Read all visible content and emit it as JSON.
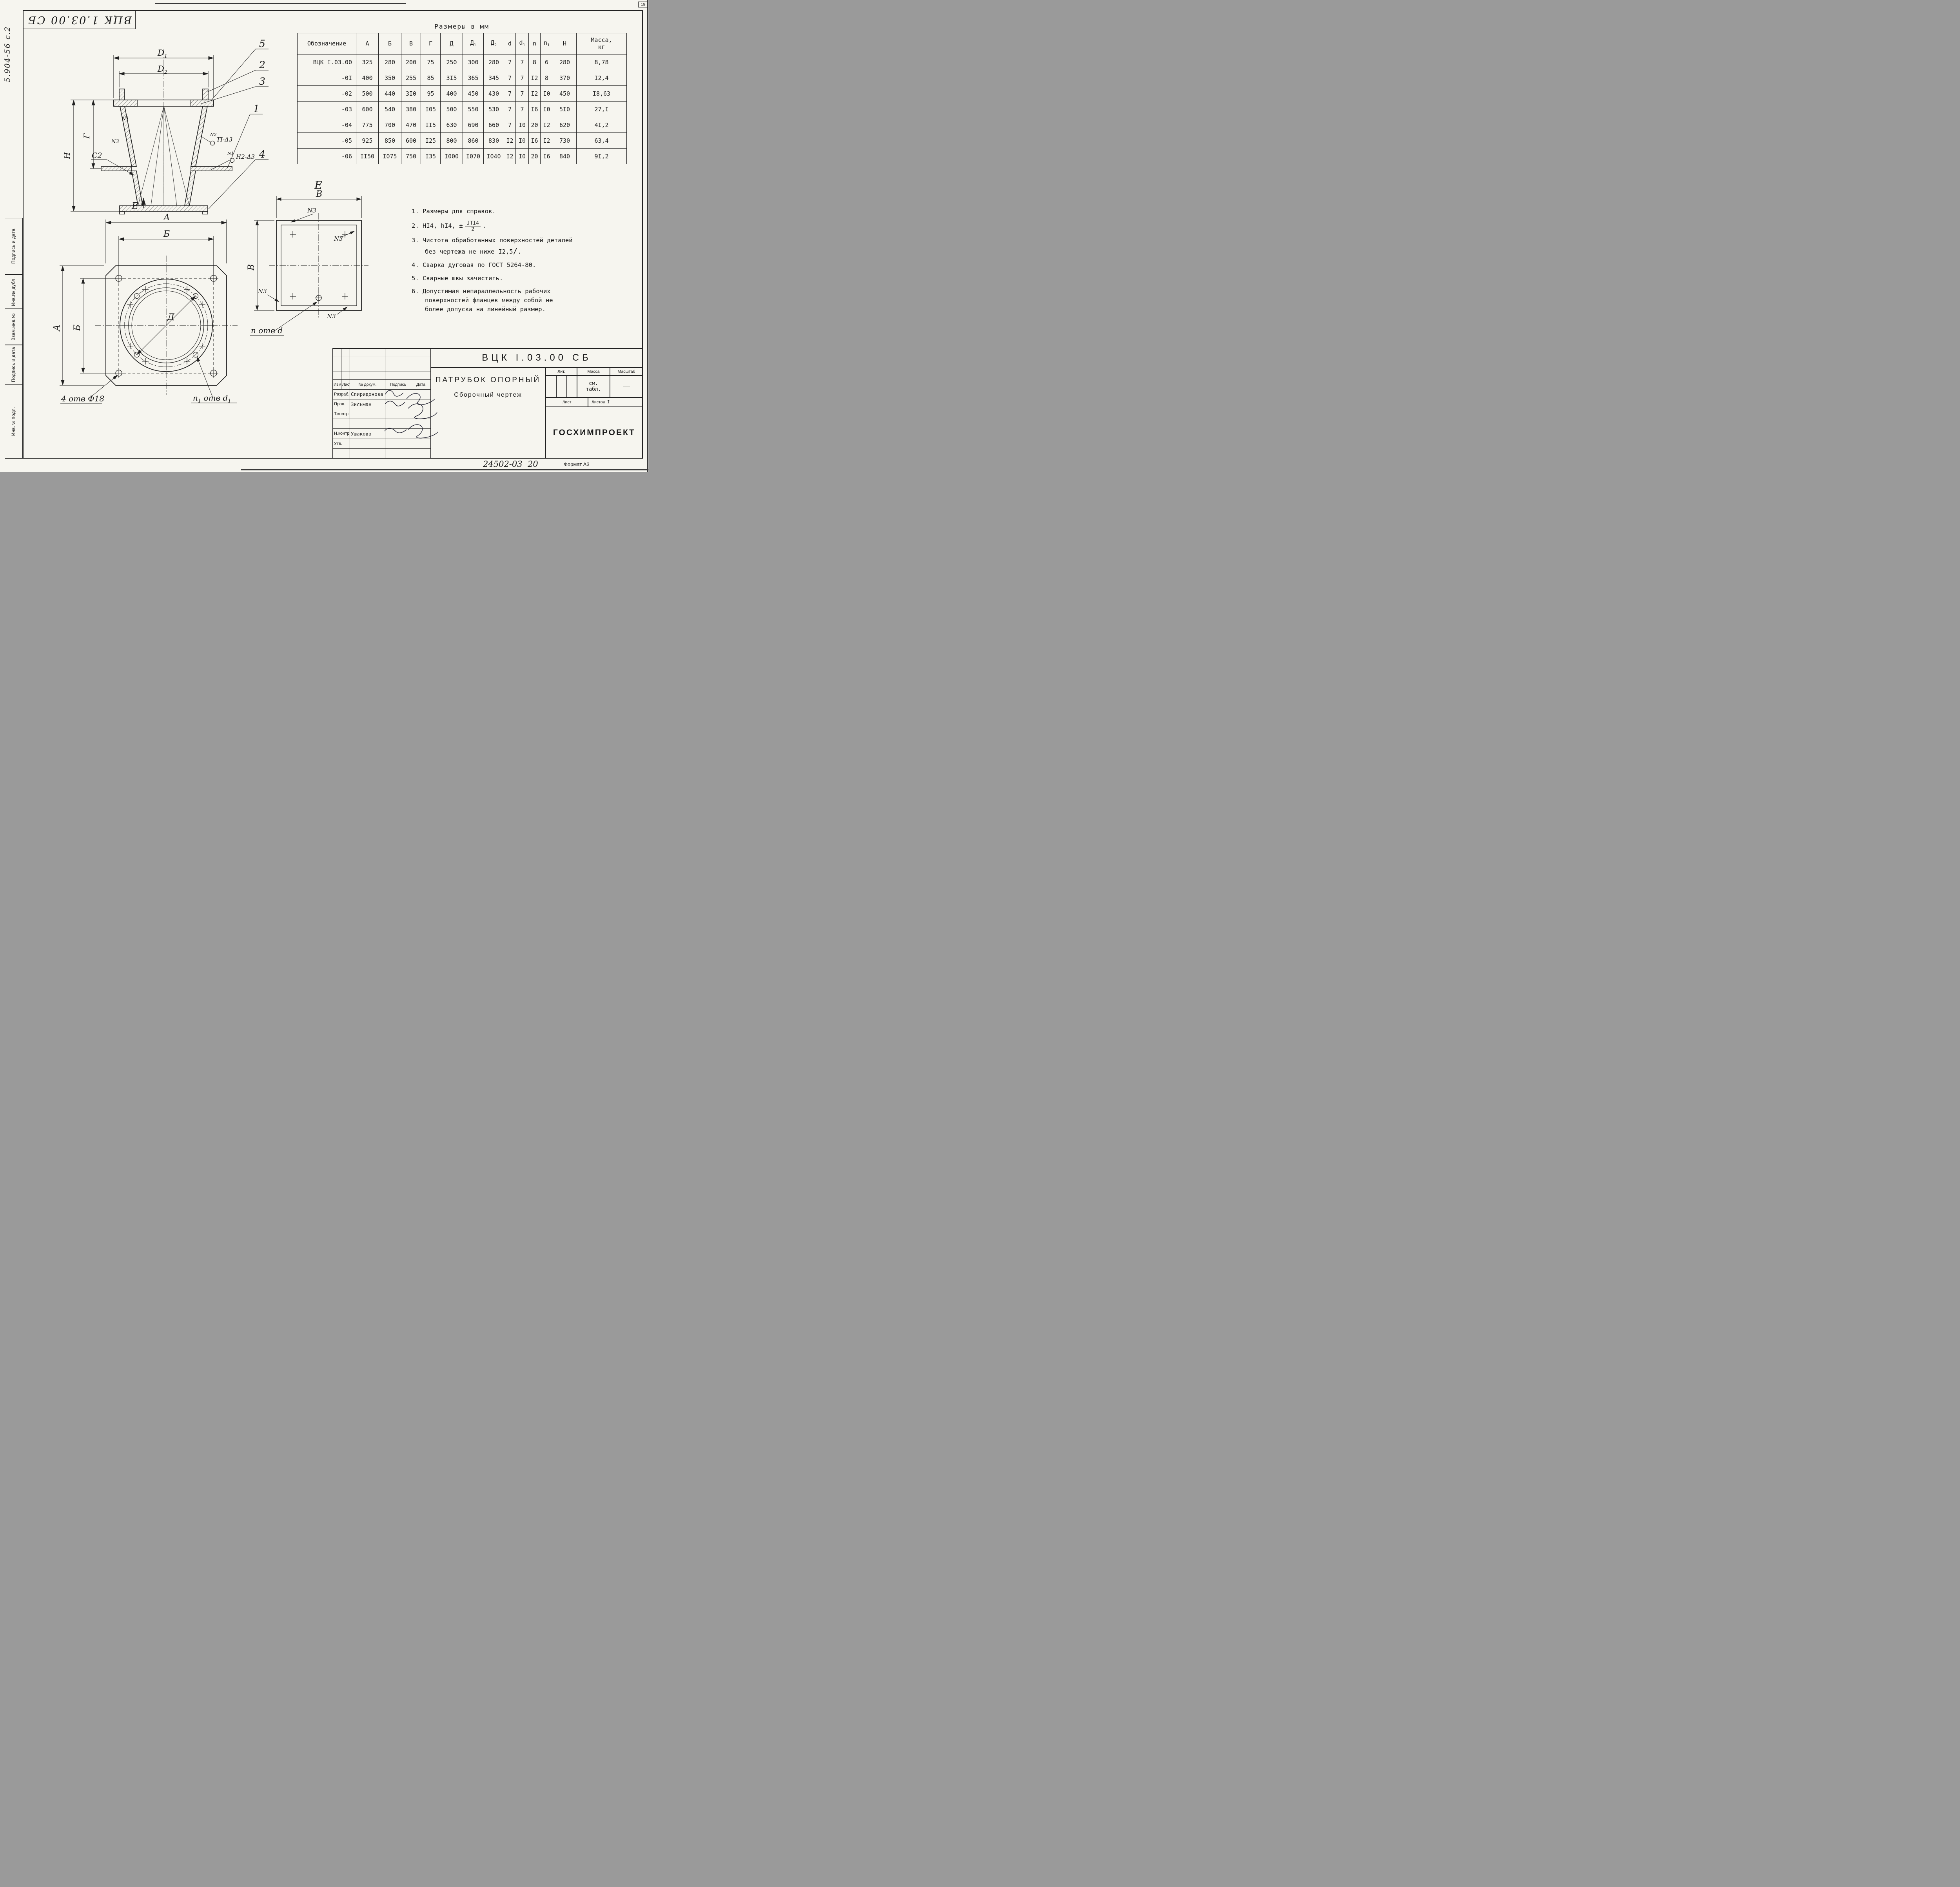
{
  "page": {
    "number": "19",
    "corner_ref_rotated": "ВЦК 1.03.00 СБ",
    "margin_ref": "5.904-56 с.2"
  },
  "side_labels": {
    "s1": "Подпись и дата",
    "s2": "Инв.№ дубл.",
    "s3": "Взам.инв.№",
    "s4": "Подпись и дата",
    "s5": "Инв.№ подл."
  },
  "table": {
    "title": "Размеры  в  мм",
    "headers": [
      {
        "t": "Обозначение"
      },
      {
        "t": "А"
      },
      {
        "t": "Б"
      },
      {
        "t": "В"
      },
      {
        "t": "Г"
      },
      {
        "t": "Д"
      },
      {
        "t": "Д",
        "s": "1"
      },
      {
        "t": "Д",
        "s": "2"
      },
      {
        "t": "d"
      },
      {
        "t": "d",
        "s": "1"
      },
      {
        "t": "n"
      },
      {
        "t": "n",
        "s": "1"
      },
      {
        "t": "Н"
      },
      {
        "t": "Масса,",
        "t2": "кг"
      }
    ],
    "rows": [
      [
        "ВЦК I.03.00",
        "325",
        "280",
        "200",
        "75",
        "250",
        "300",
        "280",
        "7",
        "7",
        "8",
        "6",
        "280",
        "8,78"
      ],
      [
        "-0I",
        "400",
        "350",
        "255",
        "85",
        "3I5",
        "365",
        "345",
        "7",
        "7",
        "I2",
        "8",
        "370",
        "I2,4"
      ],
      [
        "-02",
        "500",
        "440",
        "3I0",
        "95",
        "400",
        "450",
        "430",
        "7",
        "7",
        "I2",
        "I0",
        "450",
        "I8,63"
      ],
      [
        "-03",
        "600",
        "540",
        "380",
        "I05",
        "500",
        "550",
        "530",
        "7",
        "7",
        "I6",
        "I0",
        "5I0",
        "27,I"
      ],
      [
        "-04",
        "775",
        "700",
        "470",
        "II5",
        "630",
        "690",
        "660",
        "7",
        "I0",
        "20",
        "I2",
        "620",
        "4I,2"
      ],
      [
        "-05",
        "925",
        "850",
        "600",
        "I25",
        "800",
        "860",
        "830",
        "I2",
        "I0",
        "I6",
        "I2",
        "730",
        "63,4"
      ],
      [
        "-06",
        "II50",
        "I075",
        "750",
        "I35",
        "I000",
        "I070",
        "I040",
        "I2",
        "I0",
        "20",
        "I6",
        "840",
        "9I,2"
      ]
    ]
  },
  "notes": {
    "n1": "1. Размеры для справок.",
    "n2_pre": "2. НI4,  hI4,  ±",
    "n2_num": "JТI4",
    "n2_den": "2",
    "n2_suffix": ".",
    "n3_line1": "3. Чистота обработанных поверхностей деталей",
    "n3_line2": "без чертежа не ниже",
    "n3_value": "I2,5",
    "n4": "4. Сварка дуговая по ГОСТ 5264-80.",
    "n5": "5. Сварные швы зачистить.",
    "n6_line1": "6. Допустимая непараллельность рабочих",
    "n6_line2": "поверхностей фланцев между собой не",
    "n6_line3": "более допуска на линейный размер."
  },
  "section_view": {
    "d1_base": "D",
    "d1_sub": "1",
    "d2_base": "D",
    "d2_sub": "2",
    "dim_g": "Г",
    "dim_h": "Н",
    "callout_5": "5",
    "callout_2": "2",
    "callout_3": "3",
    "callout_1": "1",
    "callout_4": "4",
    "weld_n1_top": "N1",
    "weld_n3": "N3",
    "weld_c2": "С2",
    "weld_n2": "N2",
    "weld_t1": "ТI-Δ3",
    "weld_n1_bottom": "N1",
    "weld_h2": "Н2-Δ3",
    "cut_mark": "Е"
  },
  "plan_view": {
    "dim_a_top": "А",
    "dim_b_top": "Б",
    "dim_a_left": "А",
    "dim_b_left": "Б",
    "dim_d": "Д",
    "corner_holes": "4 отв Ф18",
    "bolt_p1": "n",
    "bolt_s1": "1",
    "bolt_p2": " отв ",
    "bolt_p3": "d",
    "bolt_s2": "1"
  },
  "view_e": {
    "title": "Е",
    "dim_b_top": "В",
    "dim_b_left": "В",
    "weld_a": "N3",
    "weld_b": "N3",
    "weld_c": "N3",
    "weld_d": "N3",
    "holes_label": "n отв d"
  },
  "title_block": {
    "doc_number": "ВЦК  I.03.00  СБ",
    "product_title": "ПАТРУБОК  ОПОРНЫЙ",
    "doc_type": "Сборочный  чертеж",
    "header_cols": [
      "Изм",
      "Лист",
      "№ докум.",
      "Подпись",
      "Дата"
    ],
    "sig_rows": [
      {
        "role": "Разраб.",
        "name": "Спиридонова"
      },
      {
        "role": "Пров.",
        "name": "Зисьман"
      },
      {
        "role": "Т.контр.",
        "name": ""
      },
      {
        "role": "",
        "name": ""
      },
      {
        "role": "Н.контр",
        "name": "Ушакова"
      },
      {
        "role": "Утв.",
        "name": ""
      }
    ],
    "lit_label": "Лит.",
    "mass_label": "Масса",
    "scale_label": "Масштаб",
    "mass_value1": "см.",
    "mass_value2": "табл.",
    "scale_value": "—",
    "sheet_label": "Лист",
    "sheets_label": "Листов",
    "sheets_value": "I",
    "org": "ГОСХИМПРОЕКТ",
    "footer_code": "24502-03",
    "footer_sheet": "20",
    "footer_format": "Формат А3"
  }
}
